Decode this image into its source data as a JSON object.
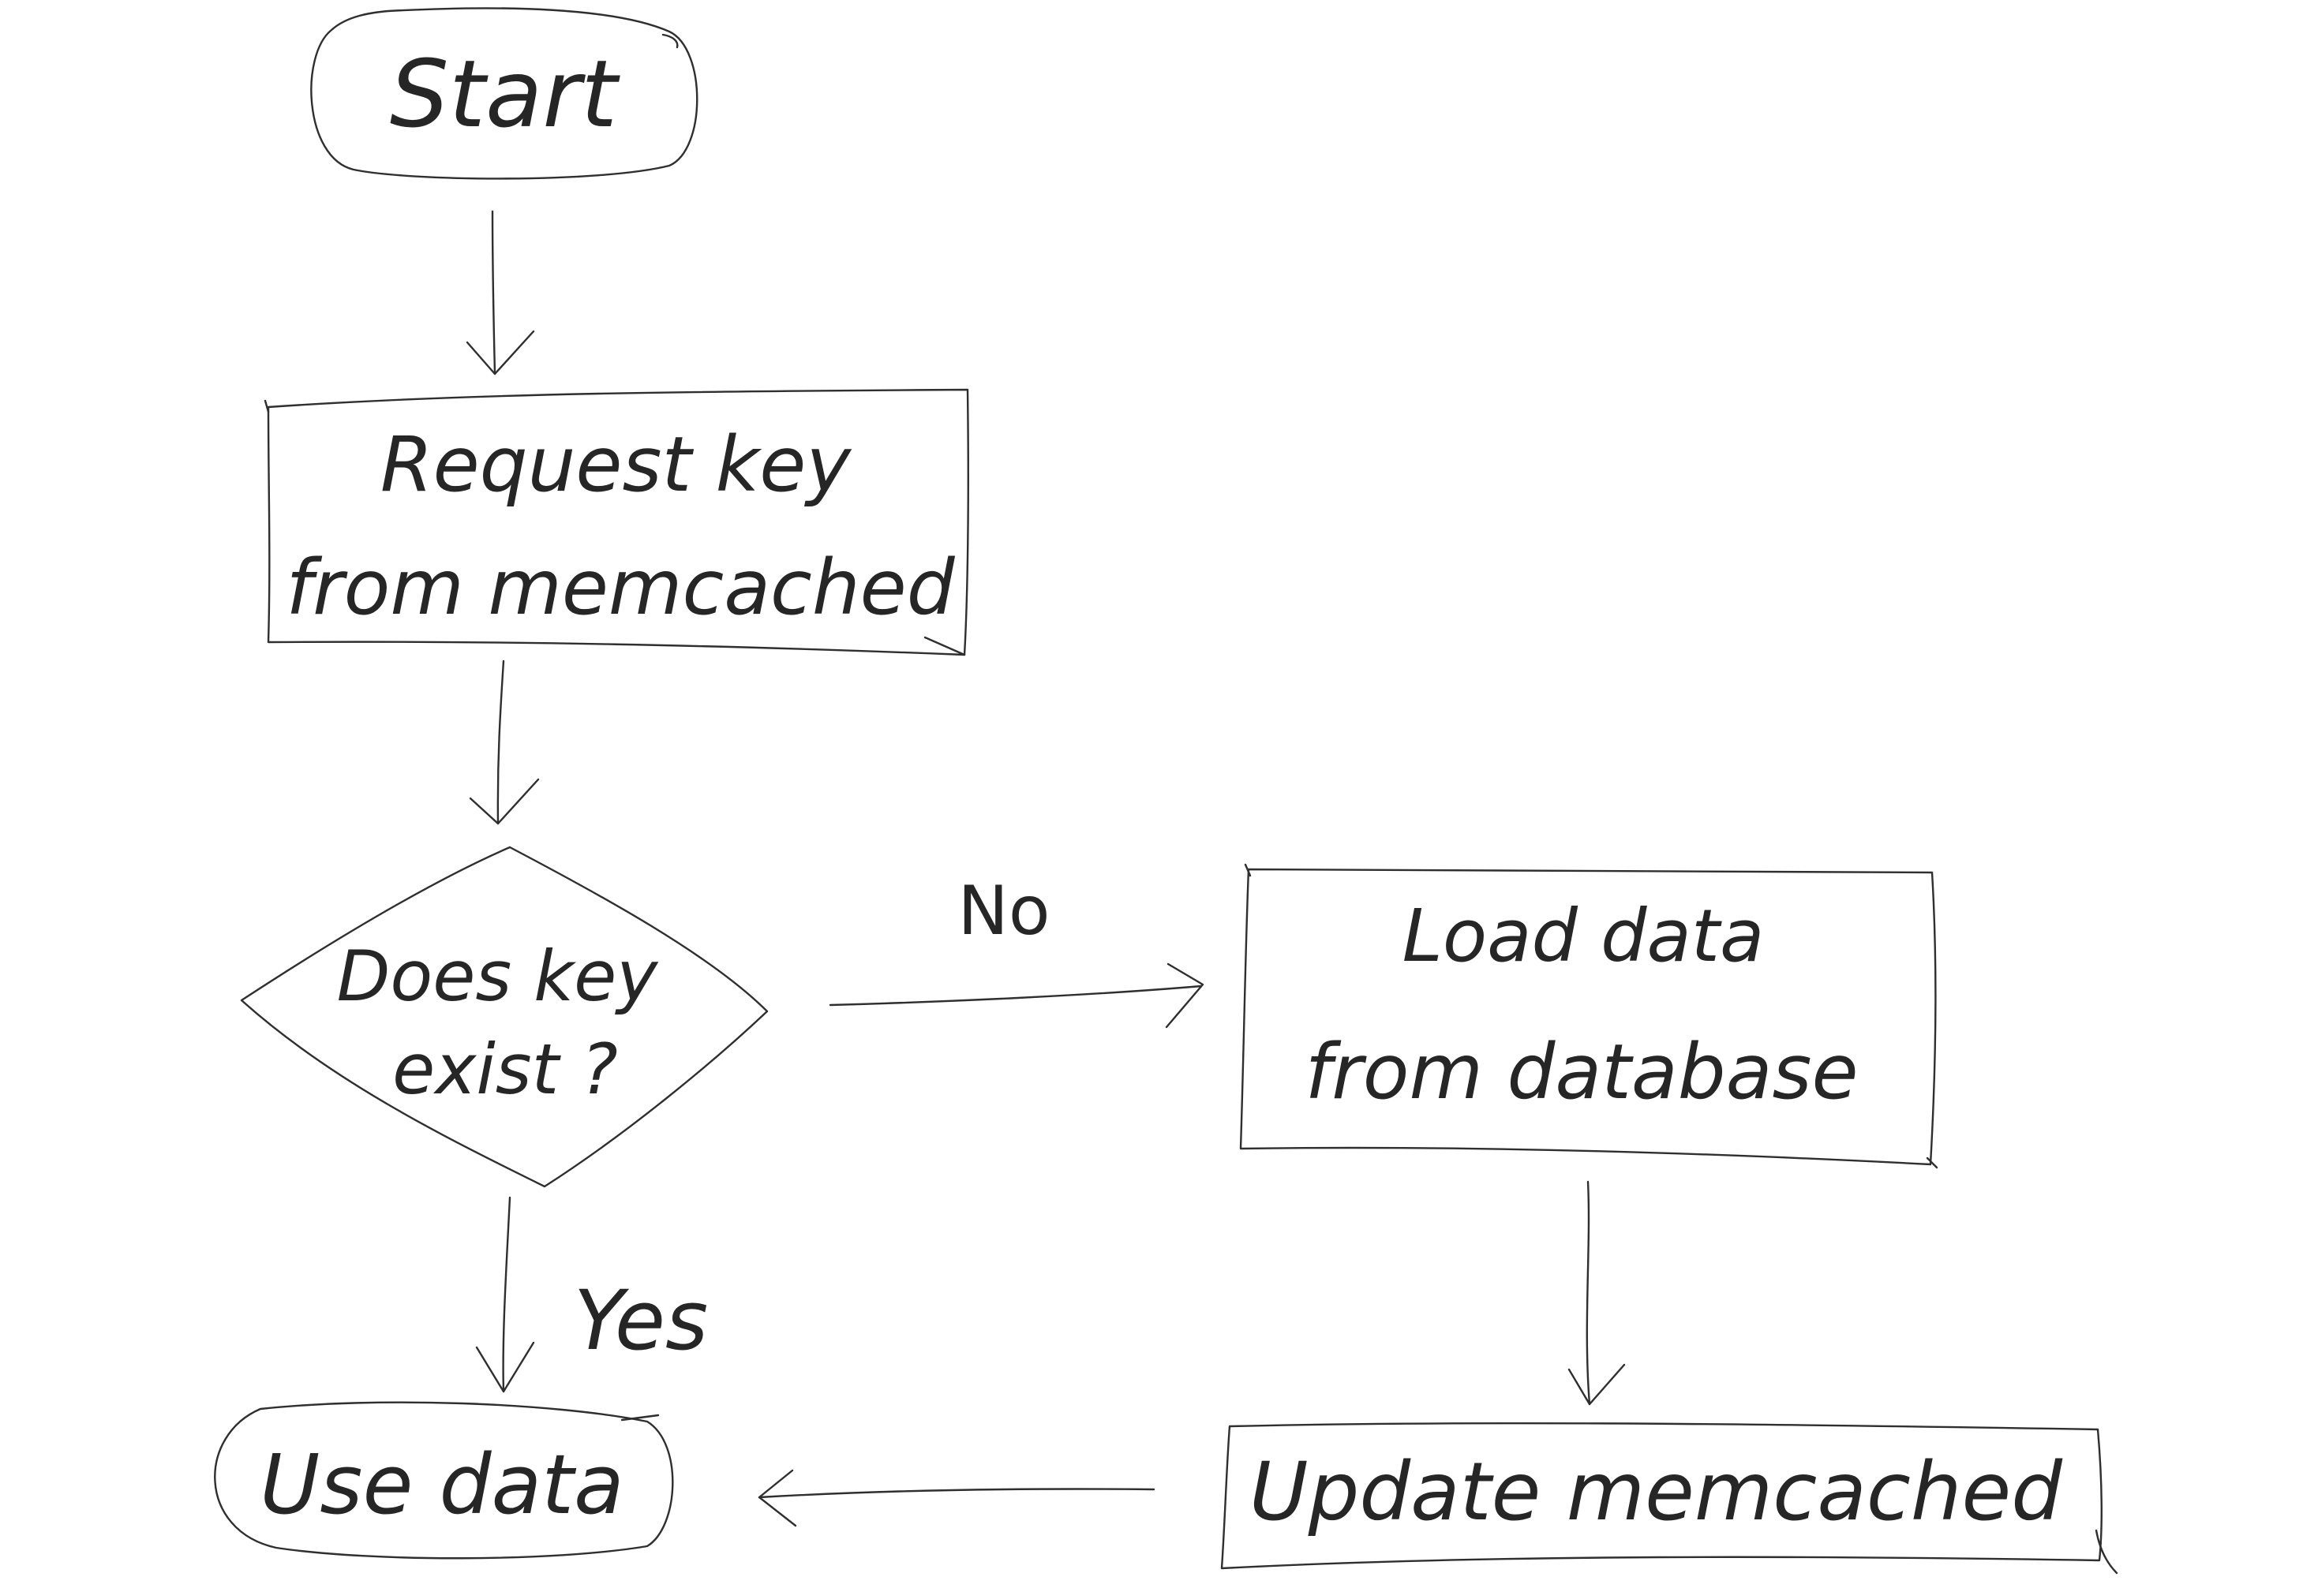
{
  "diagram": {
    "type": "flowchart",
    "style": "hand-drawn",
    "colors": {
      "background": "#ffffff",
      "ink": "#2f2f2f"
    },
    "nodes": {
      "start": {
        "shape": "terminator",
        "lines": [
          "Start"
        ]
      },
      "request": {
        "shape": "process",
        "lines": [
          "Request key",
          "from memcached"
        ]
      },
      "decision": {
        "shape": "decision",
        "lines": [
          "Does key",
          "exist ?"
        ]
      },
      "load": {
        "shape": "process",
        "lines": [
          "Load data",
          "from database"
        ]
      },
      "update": {
        "shape": "process",
        "lines": [
          "Update memcached"
        ]
      },
      "use": {
        "shape": "terminator",
        "lines": [
          "Use data"
        ]
      }
    },
    "edges": [
      {
        "from": "start",
        "to": "request",
        "label": ""
      },
      {
        "from": "request",
        "to": "decision",
        "label": ""
      },
      {
        "from": "decision",
        "to": "load",
        "label": "No"
      },
      {
        "from": "decision",
        "to": "use",
        "label": "Yes"
      },
      {
        "from": "load",
        "to": "update",
        "label": ""
      },
      {
        "from": "update",
        "to": "use",
        "label": ""
      }
    ]
  }
}
